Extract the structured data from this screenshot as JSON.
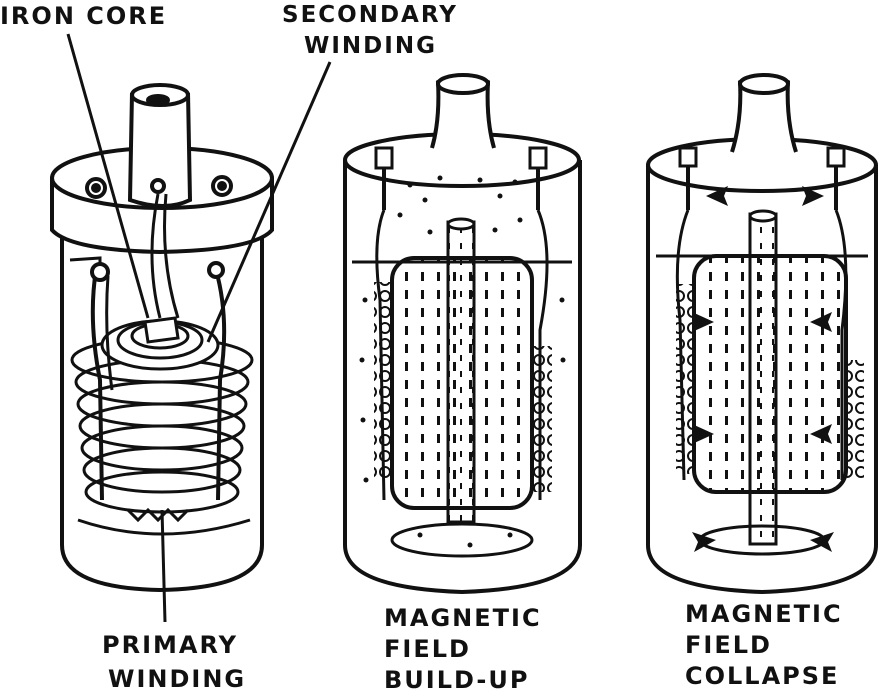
{
  "labels": {
    "iron_core": "IRON CORE",
    "secondary_winding": [
      "SECONDARY",
      "WINDING"
    ],
    "primary_winding": [
      "PRIMARY",
      "WINDING"
    ],
    "field_buildup": [
      "MAGNETIC",
      "FIELD",
      "BUILD-UP"
    ],
    "field_collapse": [
      "MAGNETIC",
      "FIELD",
      "COLLAPSE"
    ]
  },
  "colors": {
    "ink": "#111111",
    "paper": "#ffffff"
  }
}
